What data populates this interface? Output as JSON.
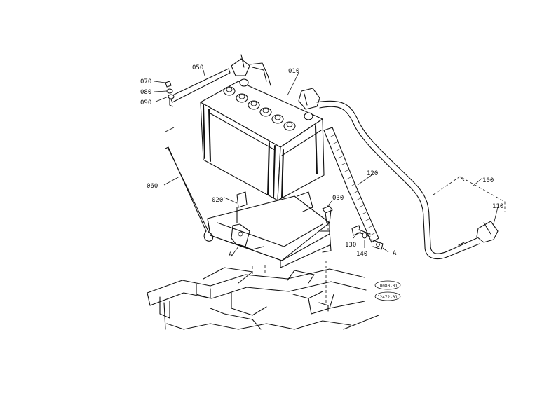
{
  "parts": [
    {
      "id": "p010",
      "label": "010"
    },
    {
      "id": "p020",
      "label": "020"
    },
    {
      "id": "p030",
      "label": "030"
    },
    {
      "id": "p050",
      "label": "050"
    },
    {
      "id": "p060",
      "label": "060"
    },
    {
      "id": "p070",
      "label": "070"
    },
    {
      "id": "p080",
      "label": "080"
    },
    {
      "id": "p090",
      "label": "090"
    },
    {
      "id": "p100",
      "label": "100"
    },
    {
      "id": "p110",
      "label": "110"
    },
    {
      "id": "p120",
      "label": "120"
    },
    {
      "id": "p130",
      "label": "130"
    },
    {
      "id": "p140",
      "label": "140"
    }
  ],
  "markers": {
    "a_left": "A",
    "a_right": "A"
  },
  "stamps": {
    "stamp_1": "J0080-01",
    "stamp_2": "J2472-01"
  },
  "colors": {
    "ink": "#111111",
    "paper": "#ffffff"
  }
}
